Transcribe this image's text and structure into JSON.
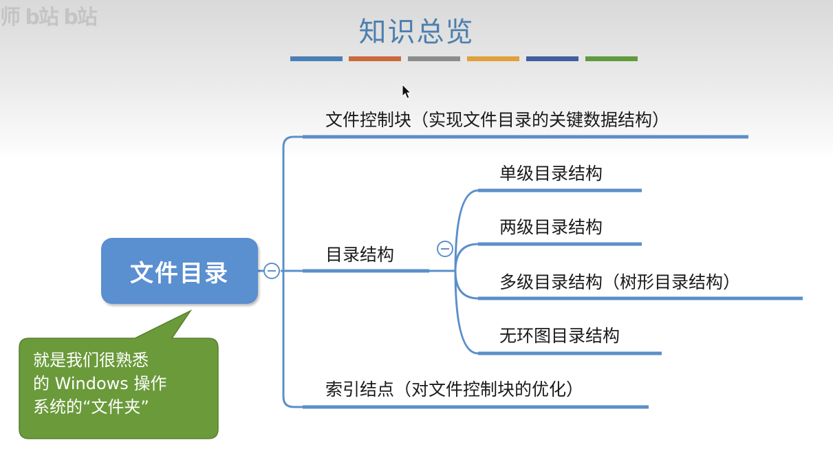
{
  "watermark": "师 b站 b站",
  "title": "知识总览",
  "color_bars": [
    "#4a7fb5",
    "#c96a3c",
    "#8c8c8c",
    "#e0a03a",
    "#3f5fa0",
    "#5f9a3f"
  ],
  "root": {
    "label": "文件目录"
  },
  "branches": {
    "fcb": "文件控制块（实现文件目录的关键数据结构）",
    "dir_structure": "目录结构",
    "index_node": "索引结点（对文件控制块的优化）"
  },
  "sub_branches": {
    "single": "单级目录结构",
    "two_level": "两级目录结构",
    "multi_level": "多级目录结构（树形目录结构）",
    "acyclic": "无环图目录结构"
  },
  "callout": {
    "line1": "就是我们很熟悉",
    "line2": "的 Windows 操作",
    "line3": "系统的“文件夹”"
  },
  "colors": {
    "title": "#4d7fae",
    "root_fill": "#5a8fd0",
    "connector": "#5b8fc9",
    "callout_fill": "#6a9a3a"
  },
  "icons": {
    "root_collapse": "collapse-minus-icon",
    "branch_collapse": "collapse-minus-icon",
    "cursor": "mouse-pointer-icon"
  }
}
